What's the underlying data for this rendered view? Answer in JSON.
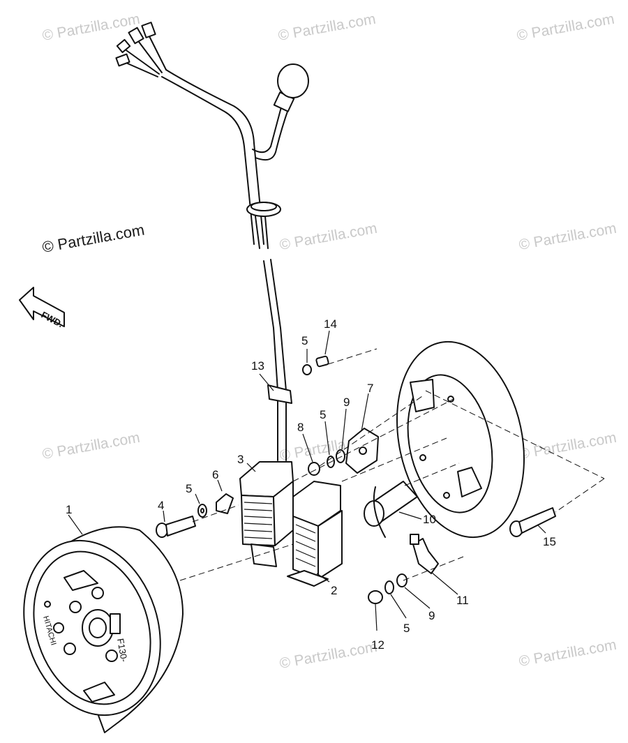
{
  "watermark": {
    "text": "© Partzilla.com"
  },
  "badge": {
    "direction": "FWD."
  },
  "flywheel": {
    "brand": "HITACHI",
    "model": "F130-"
  },
  "callouts": {
    "c1": "1",
    "c2": "2",
    "c3": "3",
    "c4": "4",
    "c5a": "5",
    "c5b": "5",
    "c5c": "5",
    "c5d": "5",
    "c6": "6",
    "c7": "7",
    "c8": "8",
    "c9a": "9",
    "c9b": "9",
    "c10": "10",
    "c11": "11",
    "c12": "12",
    "c13": "13",
    "c14": "14",
    "c15": "15"
  }
}
